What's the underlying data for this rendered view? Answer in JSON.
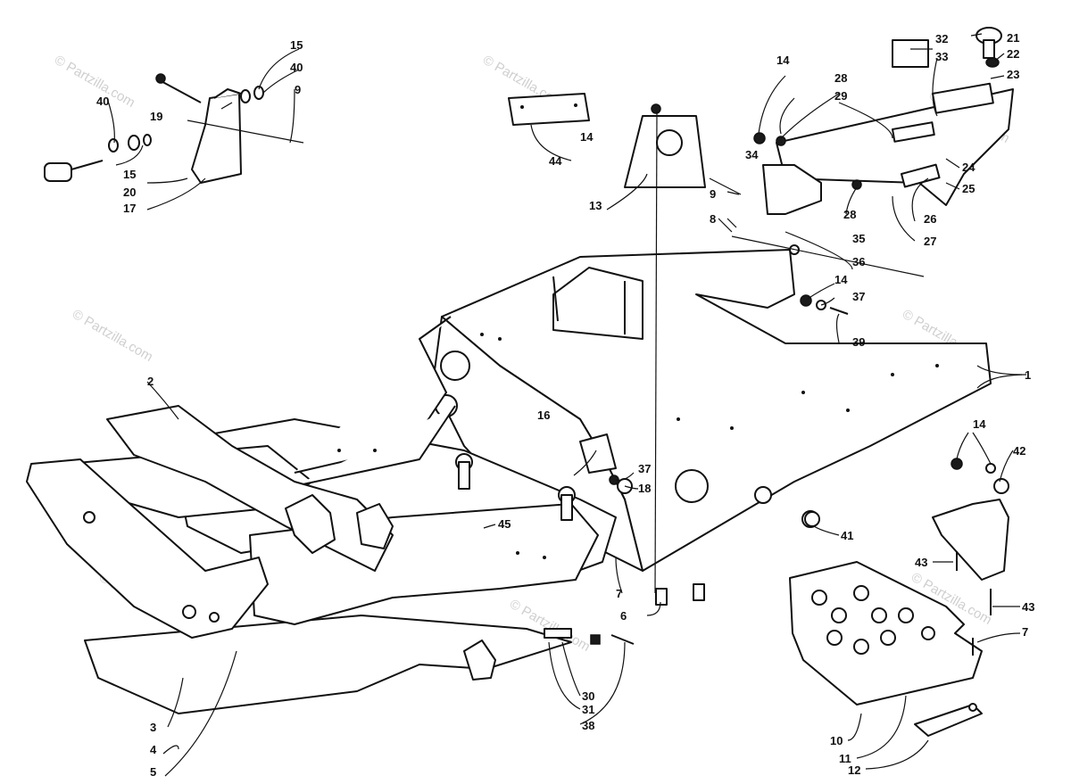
{
  "watermark_text": "© Partzilla.com",
  "callouts": [
    "1",
    "2",
    "3",
    "4",
    "5",
    "6",
    "7",
    "8",
    "9",
    "10",
    "11",
    "12",
    "13",
    "14",
    "15",
    "16",
    "17",
    "18",
    "19",
    "20",
    "21",
    "22",
    "23",
    "24",
    "25",
    "26",
    "27",
    "28",
    "29",
    "30",
    "31",
    "32",
    "33",
    "34",
    "35",
    "36",
    "37",
    "38",
    "39",
    "40",
    "41",
    "42",
    "43",
    "44",
    "45"
  ],
  "colors": {
    "ink": "#111111",
    "paper": "#ffffff",
    "watermark": "#cfcfcf"
  }
}
